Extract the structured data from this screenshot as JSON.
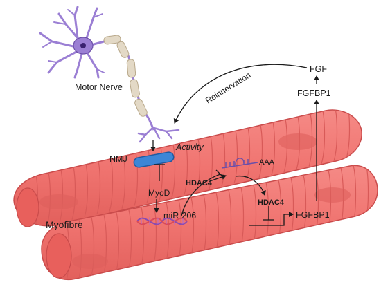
{
  "labels": {
    "motor_nerve": "Motor Nerve",
    "reinnervation": "Reinnervation",
    "fgf": "FGF",
    "fgfbp1_top": "FGFBP1",
    "nmj": "NMJ",
    "activity": "Activity",
    "myod": "MyoD",
    "hdac4_upper": "HDAC4",
    "aaa": "AAA",
    "hdac4_lower": "HDAC4",
    "fgfbp1_gene": "FGFBP1",
    "mir206": "miR-206",
    "myofibre": "Myofibre"
  },
  "colors": {
    "fibre_fill": "#f07470",
    "fibre_edge": "#c94b4b",
    "fibre_stripe": "#d85a58",
    "fibre_shadow": "#dd5f5c",
    "fibre_end": "#e8605c",
    "neuron": "#9b7fd4",
    "neuron_dark": "#6b4fa8",
    "myelin": "#e3d9c6",
    "myelin_edge": "#b8a88a",
    "nmj_blue": "#3d86d6",
    "nmj_edge": "#1f5aa0",
    "arrow": "#1a1a1a",
    "dna_purple": "#8a4bb0",
    "dna_red": "#d84a5a",
    "mrna": "#6b4fa8"
  }
}
